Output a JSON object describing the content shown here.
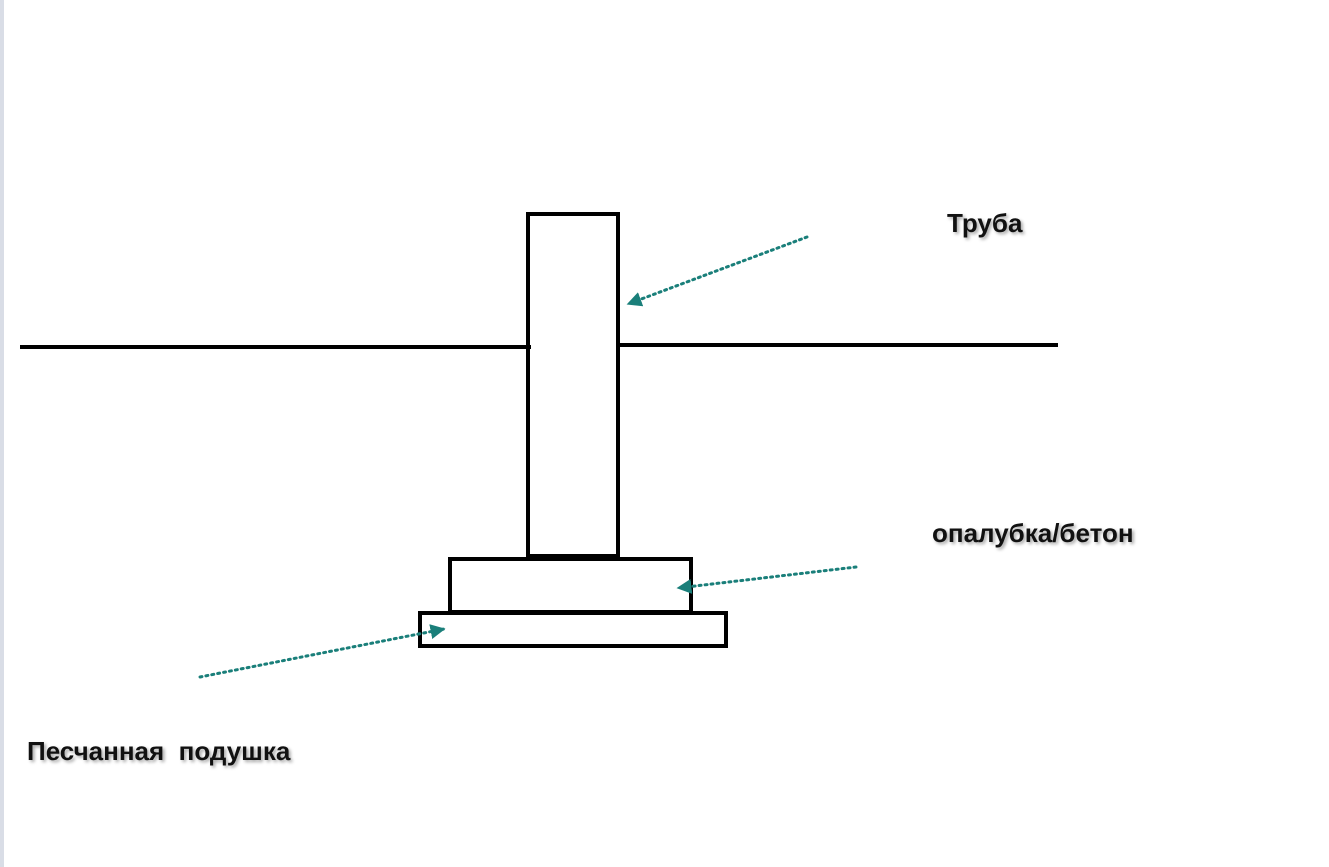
{
  "labels": {
    "pipe": "Труба",
    "formwork": "опалубка/бетон",
    "sand_cushion": "Песчанная  подушка"
  },
  "colors": {
    "line": "#000000",
    "arrow": "#1a7f7a",
    "edge": "#d9dde6"
  }
}
